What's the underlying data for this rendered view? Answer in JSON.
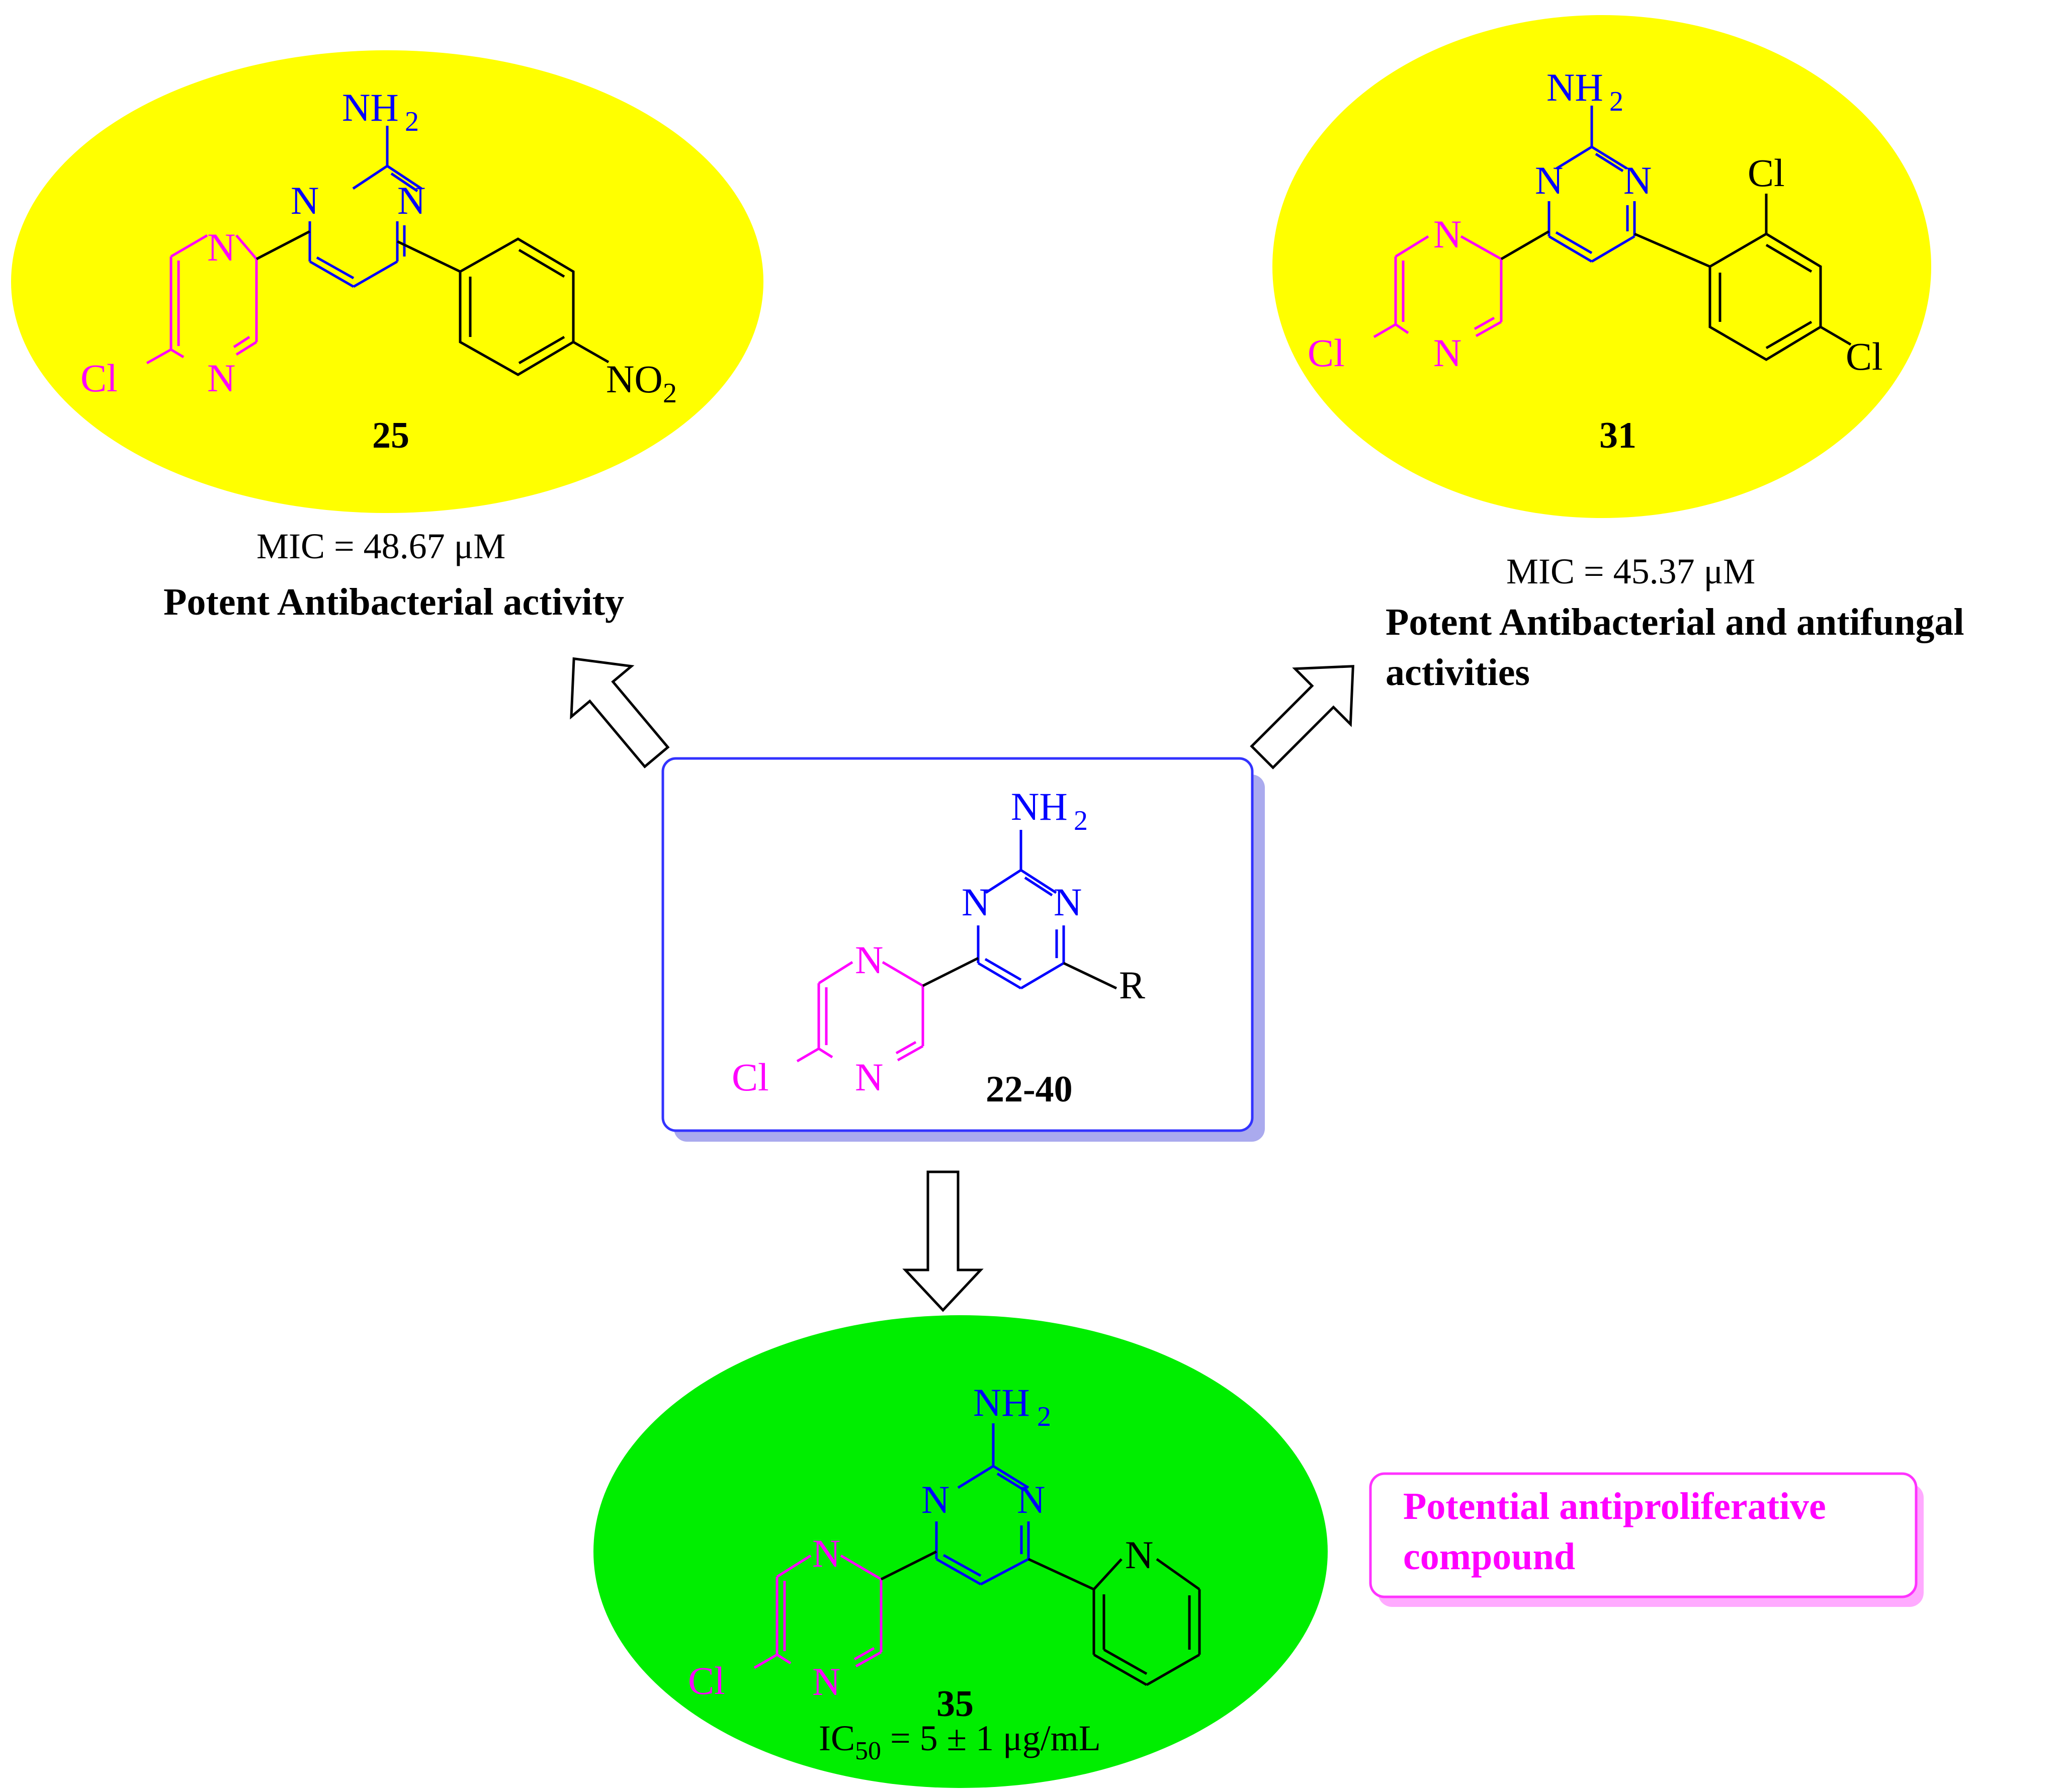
{
  "colors": {
    "pyrazine": "#ff00ff",
    "pyrimidine": "#0000ff",
    "bond_black": "#000000",
    "ellipse_yellow": "#ffff00",
    "ellipse_green": "#00ee00",
    "box_border": "#3333ff",
    "box_shadow": "#aaaaee",
    "note_border": "#ff33ff",
    "note_shadow": "#ffaaff"
  },
  "atoms": {
    "n": "N",
    "nh": "NH",
    "two": "2",
    "cl": "Cl",
    "no": "NO",
    "r": "R"
  },
  "compound_25": {
    "label": "25",
    "mic_prefix": "MIC = ",
    "mic_value": "48.67",
    "mic_unit": "μM",
    "activity": "Potent Antibacterial activity"
  },
  "compound_31": {
    "label": "31",
    "mic_prefix": "MIC = ",
    "mic_value": "45.37",
    "mic_unit": "μM",
    "activity_line1": "Potent Antibacterial and antifungal",
    "activity_line2": "activities"
  },
  "scaffold": {
    "label": "22-40"
  },
  "compound_35": {
    "label": "35",
    "ic_prefix": "IC",
    "ic_sub": "50",
    "ic_value": " = 5 ± 1 μg/mL",
    "note_line1": "Potential antiproliferative",
    "note_line2": "compound"
  },
  "icons": [
    "hollow-arrow-up-left-icon",
    "hollow-arrow-up-right-icon",
    "hollow-arrow-down-icon"
  ]
}
